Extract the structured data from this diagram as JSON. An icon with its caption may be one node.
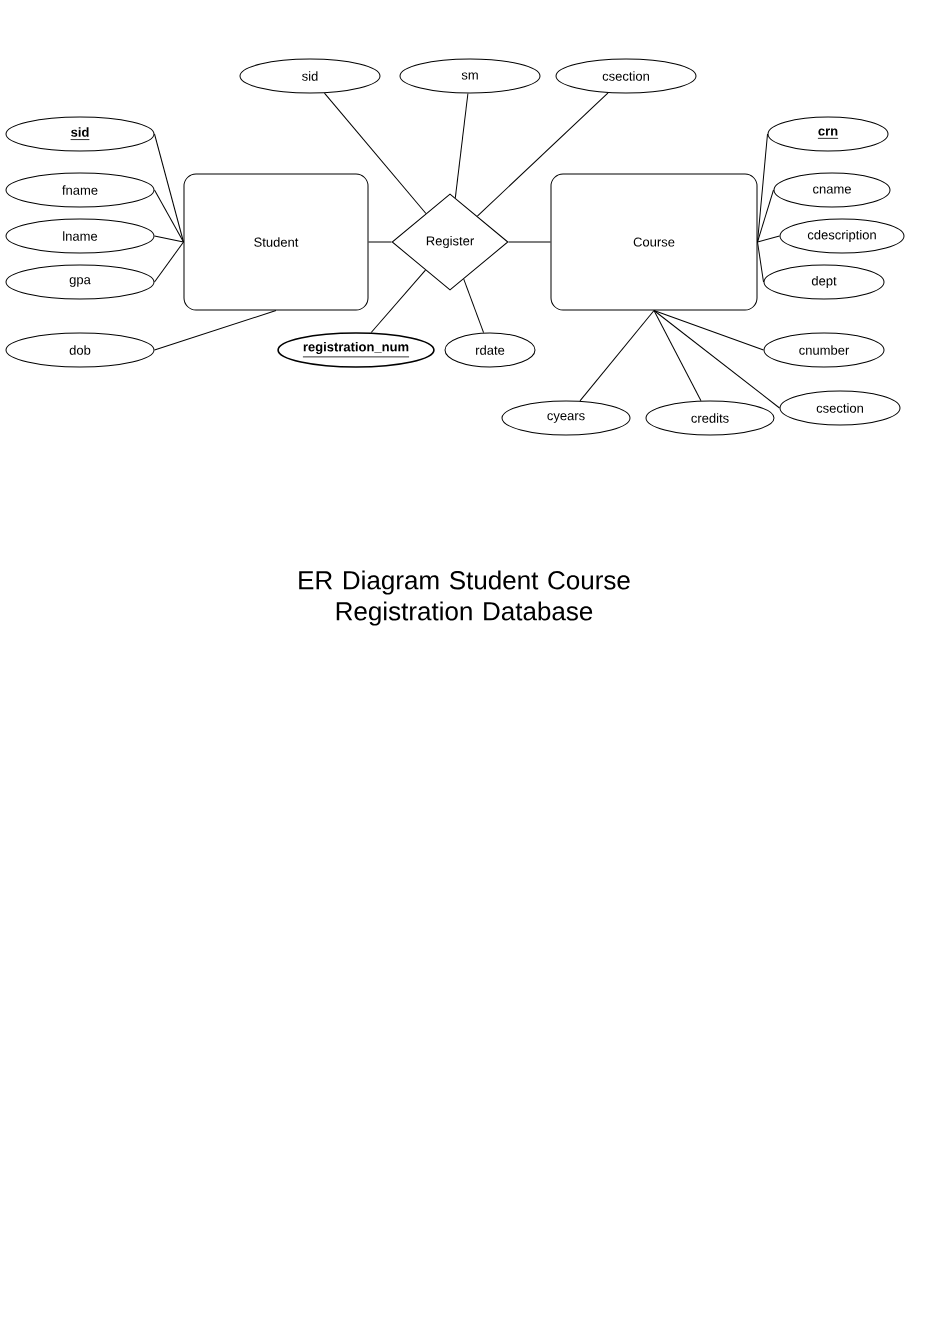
{
  "diagram": {
    "title": "ER Diagram Student Course Registration Database",
    "nodes": [
      {
        "text": [
          "Student"
        ]
      },
      {
        "text": [
          "Register"
        ]
      },
      {
        "text": [
          "Course"
        ]
      },
      {
        "text": [
          "sid"
        ]
      },
      {
        "text": [
          "fname"
        ]
      },
      {
        "text": [
          "lname"
        ]
      },
      {
        "text": [
          "gpa"
        ]
      },
      {
        "text": [
          "dob"
        ]
      },
      {
        "text": [
          "sid"
        ]
      },
      {
        "text": [
          "sm"
        ]
      },
      {
        "text": [
          "csection"
        ]
      },
      {
        "text": [
          "registration_num"
        ]
      },
      {
        "text": [
          "rdate"
        ]
      },
      {
        "text": [
          "crn"
        ]
      },
      {
        "text": [
          "cname"
        ]
      },
      {
        "text": [
          "cdescription"
        ]
      },
      {
        "text": [
          "dept"
        ]
      },
      {
        "text": [
          "cnumber"
        ]
      },
      {
        "text": [
          "cyears"
        ]
      },
      {
        "text": [
          "credits"
        ]
      },
      {
        "text": [
          "csection"
        ]
      }
    ],
    "edges": [
      {
        "from": 3,
        "to": 0,
        "arrow": "none"
      },
      {
        "from": 4,
        "to": 0,
        "arrow": "none"
      },
      {
        "from": 5,
        "to": 0,
        "arrow": "none"
      },
      {
        "from": 6,
        "to": 0,
        "arrow": "none"
      },
      {
        "from": 7,
        "to": 0,
        "arrow": "none"
      },
      {
        "from": 0,
        "to": 1,
        "arrow": "none"
      },
      {
        "from": 1,
        "to": 2,
        "arrow": "none"
      },
      {
        "from": 8,
        "to": 1,
        "arrow": "none"
      },
      {
        "from": 9,
        "to": 1,
        "arrow": "none"
      },
      {
        "from": 10,
        "to": 1,
        "arrow": "none"
      },
      {
        "from": 11,
        "to": 1,
        "arrow": "none"
      },
      {
        "from": 12,
        "to": 1,
        "arrow": "none"
      },
      {
        "from": 13,
        "to": 2,
        "arrow": "none"
      },
      {
        "from": 14,
        "to": 2,
        "arrow": "none"
      },
      {
        "from": 15,
        "to": 2,
        "arrow": "none"
      },
      {
        "from": 16,
        "to": 2,
        "arrow": "none"
      },
      {
        "from": 17,
        "to": 2,
        "arrow": "none"
      },
      {
        "from": 18,
        "to": 2,
        "arrow": "none"
      },
      {
        "from": 19,
        "to": 2,
        "arrow": "none"
      },
      {
        "from": 20,
        "to": 2,
        "arrow": "none"
      }
    ]
  }
}
